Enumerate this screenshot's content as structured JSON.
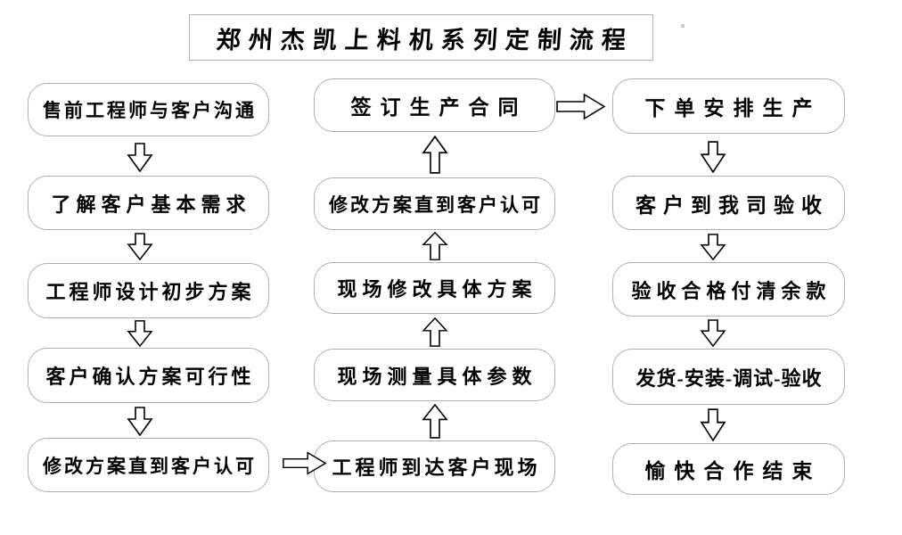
{
  "title": "郑州杰凯上料机系列定制流程",
  "columns": {
    "left": {
      "flow": "down",
      "boxes": [
        "售前工程师与客户沟通",
        "了解客户基本需求",
        "工程师设计初步方案",
        "客户确认方案可行性",
        "修改方案直到客户认可"
      ]
    },
    "middle": {
      "flow": "up",
      "boxes": [
        "签订生产合同",
        "修改方案直到客户认可",
        "现场修改具体方案",
        "现场测量具体参数",
        "工程师到达客户现场"
      ]
    },
    "right": {
      "flow": "down",
      "boxes": [
        "下单安排生产",
        "客户到我司验收",
        "验收合格付清余款",
        "发货-安装-调试-验收",
        "愉快合作结束"
      ]
    }
  },
  "cross_arrows": [
    "left-bottom-to-middle-bottom",
    "middle-top-to-right-top"
  ],
  "colors": {
    "background": "#ffffff",
    "box_border": "#b0b0b0",
    "text": "#000000",
    "arrow_outline": "#000000"
  }
}
